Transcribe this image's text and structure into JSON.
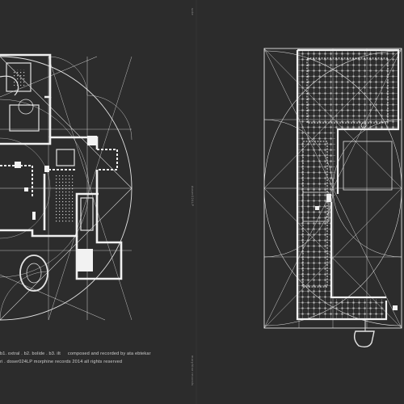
{
  "credits": {
    "tracks": "b1. oxtral . b2. bolide . b3. ilt",
    "composer": "composed and recorded by ata ebtekar",
    "catalog": "ri . doser024LP morphine records 2014 all rights reserved"
  },
  "spine": {
    "artist": "sote",
    "label": "morphine records",
    "catalog": "doser024LP"
  },
  "colors": {
    "background": "#2c2c2c",
    "lines": "#e6e6e6"
  }
}
